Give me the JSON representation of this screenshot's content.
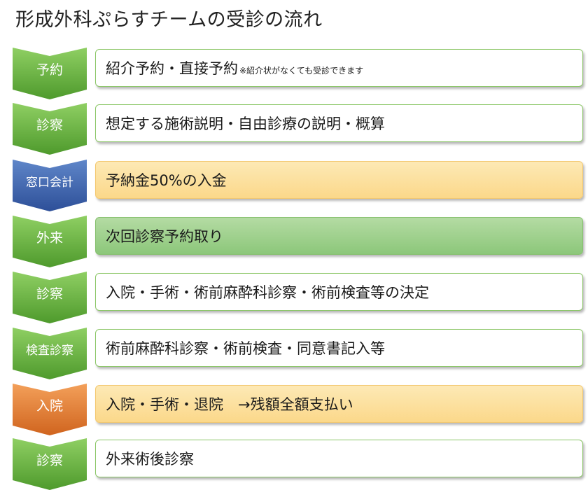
{
  "title": "形成外科ぷらすチームの受診の流れ",
  "colors": {
    "green_top": "#8fcf63",
    "green_bottom": "#4e9a2c",
    "blue_top": "#5f86c9",
    "blue_bottom": "#2d4f98",
    "orange_top": "#f3a05a",
    "orange_bottom": "#d0641e",
    "box_border": "#8cc768",
    "box_yellow": "#fbd88a",
    "box_green": "#8cc77a"
  },
  "steps": [
    {
      "label": "予約",
      "text": "紹介予約・直接予約",
      "note": "※紹介状がなくても受診できます",
      "chevron": "green",
      "box": "white"
    },
    {
      "label": "診察",
      "text": "想定する施術説明・自由診療の説明・概算",
      "note": "",
      "chevron": "green",
      "box": "white"
    },
    {
      "label": "窓口会計",
      "text": "予納金50%の入金",
      "note": "",
      "chevron": "blue",
      "box": "yellow"
    },
    {
      "label": "外来",
      "text": "次回診察予約取り",
      "note": "",
      "chevron": "green",
      "box": "green"
    },
    {
      "label": "診察",
      "text": "入院・手術・術前麻酔科診察・術前検査等の決定",
      "note": "",
      "chevron": "green",
      "box": "white"
    },
    {
      "label": "検査診察",
      "text": "術前麻酔科診察・術前検査・同意書記入等",
      "note": "",
      "chevron": "green",
      "box": "white"
    },
    {
      "label": "入院",
      "text": "入院・手術・退院　→残額全額支払い",
      "note": "",
      "chevron": "orange",
      "box": "yellow"
    },
    {
      "label": "診察",
      "text": "外来術後診察",
      "note": "",
      "chevron": "green",
      "box": "white"
    }
  ]
}
